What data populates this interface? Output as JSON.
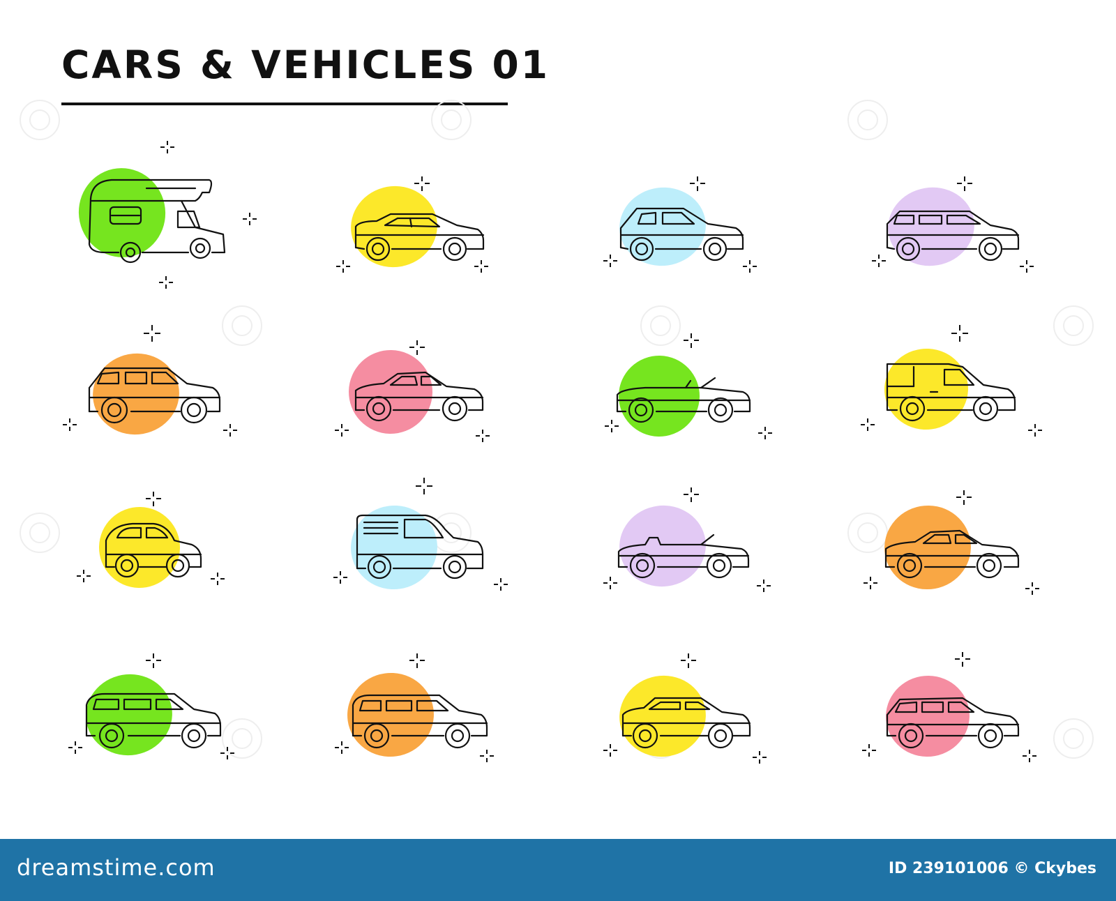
{
  "title": "CARS & VEHICLES 01",
  "footer": {
    "brand": "dreamstime.com",
    "credit": "ID 239101006 © Ckybes"
  },
  "colors": {
    "green": "#76e51f",
    "yellow": "#fce82a",
    "blue": "#bdeefb",
    "purple": "#e2c9f4",
    "orange": "#f9a744",
    "pink": "#f58da1",
    "footer": "#1f73a6"
  },
  "icons": [
    {
      "name": "camper-van-icon",
      "blob": "green"
    },
    {
      "name": "hatchback-car-icon",
      "blob": "yellow"
    },
    {
      "name": "hatchback-car-icon",
      "blob": "blue"
    },
    {
      "name": "station-wagon-icon",
      "blob": "purple"
    },
    {
      "name": "suv-icon",
      "blob": "orange"
    },
    {
      "name": "coupe-car-icon",
      "blob": "pink"
    },
    {
      "name": "convertible-car-icon",
      "blob": "green"
    },
    {
      "name": "delivery-van-icon",
      "blob": "yellow"
    },
    {
      "name": "compact-car-icon",
      "blob": "yellow"
    },
    {
      "name": "panel-van-icon",
      "blob": "blue"
    },
    {
      "name": "convertible-car-icon",
      "blob": "purple"
    },
    {
      "name": "coupe-car-icon",
      "blob": "orange"
    },
    {
      "name": "minivan-icon",
      "blob": "green"
    },
    {
      "name": "station-wagon-icon",
      "blob": "orange"
    },
    {
      "name": "hatchback-car-icon",
      "blob": "yellow"
    },
    {
      "name": "suv-icon",
      "blob": "pink"
    }
  ]
}
